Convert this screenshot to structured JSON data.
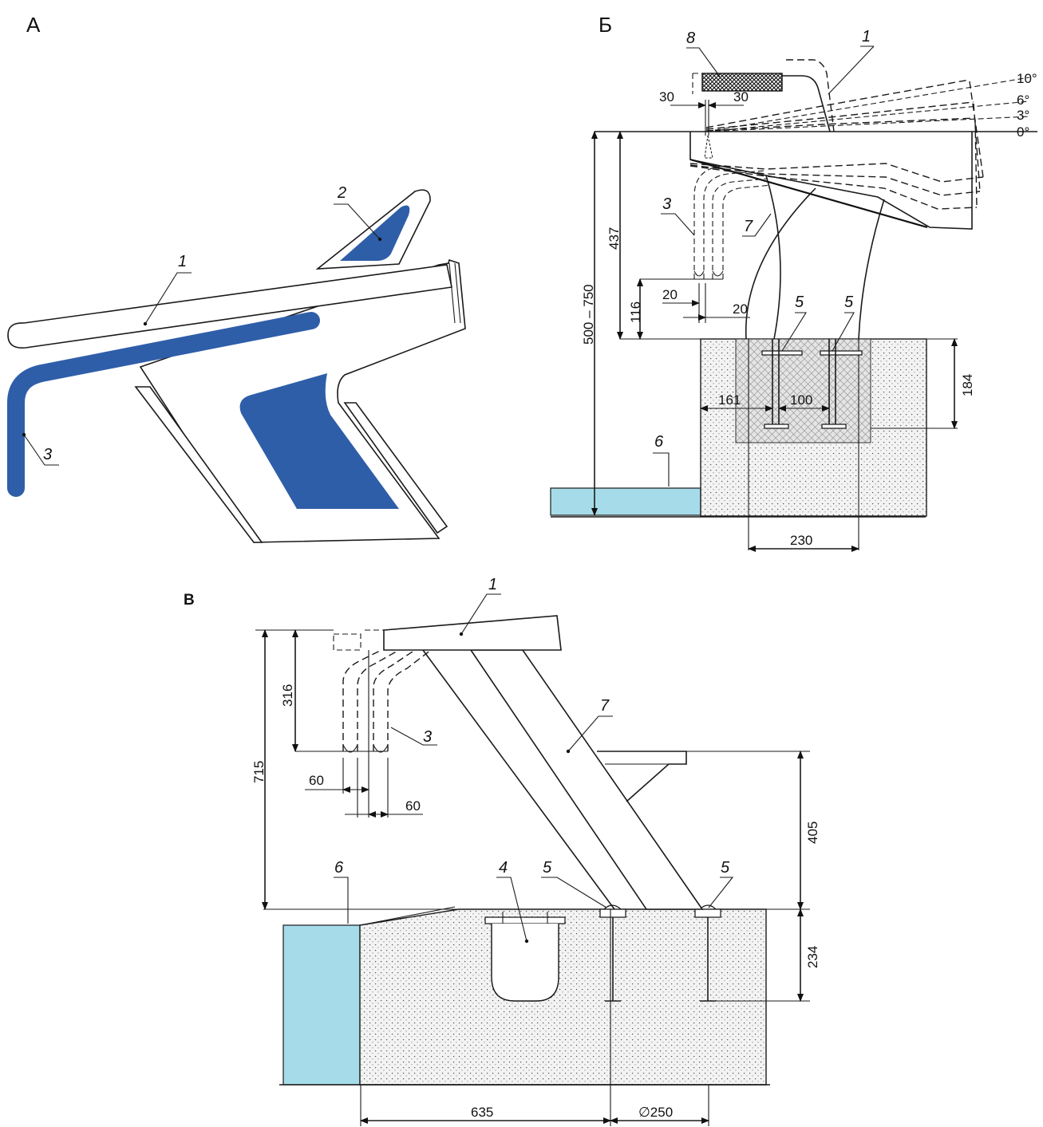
{
  "sections": {
    "a": "А",
    "b": "Б",
    "v": "В"
  },
  "colors": {
    "accent_blue": "#2f5ea9",
    "water": "#a6dcea",
    "concrete": "#f3f3f3",
    "insert": "#e4e4e4"
  },
  "callouts": {
    "a": {
      "platform": "1",
      "handle": "2",
      "backstroke_grip": "3"
    },
    "b": {
      "cover": "8",
      "platform": "1",
      "grip": "3",
      "support": "7",
      "bolt_left": "5",
      "bolt_right": "5",
      "water": "6"
    },
    "v": {
      "platform": "1",
      "grip": "3",
      "support": "7",
      "niche": "4",
      "bolt_left": "5",
      "bolt_right": "5",
      "water": "6"
    }
  },
  "angles": [
    "10°",
    "6°",
    "3°",
    "0°"
  ],
  "dimensions": {
    "b": {
      "gap_left": "30",
      "gap_right": "30",
      "height_range": "500 – 750",
      "height_grip": "437",
      "height_grip_bottom": "116",
      "pipe_left": "20",
      "pipe_right": "20",
      "bolt_offset": "161",
      "bolt_spacing": "100",
      "embed_depth": "184",
      "base_width": "230"
    },
    "v": {
      "grip_height": "316",
      "total_height": "715",
      "pipe_left": "60",
      "pipe_right": "60",
      "side_height": "405",
      "anchor_depth": "234",
      "wall_offset": "635",
      "diameter": "∅250"
    }
  }
}
